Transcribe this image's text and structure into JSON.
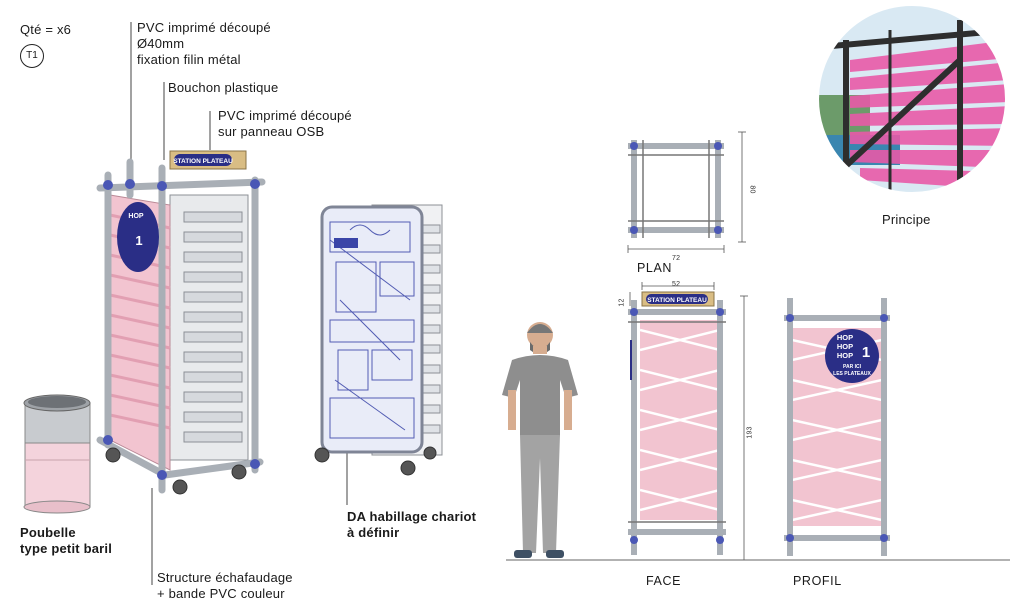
{
  "header": {
    "quantity": "Qté = x6",
    "ref_badge": "T1"
  },
  "labels": {
    "pvc_disc": "PVC imprimé découpé\nØ40mm\nfixation filin métal",
    "bouchon": "Bouchon plastique",
    "pvc_osb": "PVC imprimé découpé\nsur panneau OSB",
    "poubelle": "Poubelle\ntype petit baril",
    "structure": "Structure échafaudage\n+ bande PVC couleur",
    "da_habillage": "DA habillage chariot\nà définir",
    "principe": "Principe"
  },
  "views": {
    "plan": "PLAN",
    "face": "FACE",
    "profil": "PROFIL"
  },
  "dimensions": {
    "plan_depth": "80",
    "plan_width": "72",
    "face_top_width": "52",
    "face_sign_height": "12",
    "face_height": "193"
  },
  "signage": {
    "station_plateau": "STATION PLATEAU",
    "hop_line1": "HOP",
    "hop_line2": "HOP",
    "hop_line3": "HOP",
    "hop_number": "1",
    "par_ici": "PAR ICI",
    "les_plateaux": "LES PLATEAUX"
  },
  "colors": {
    "scaffold": "#a9afb6",
    "pvc_pink": "#f2c4d0",
    "brand_navy": "#2a2e86",
    "sign_wood": "#d9bd84",
    "coupler_blue": "#4a57b5"
  }
}
